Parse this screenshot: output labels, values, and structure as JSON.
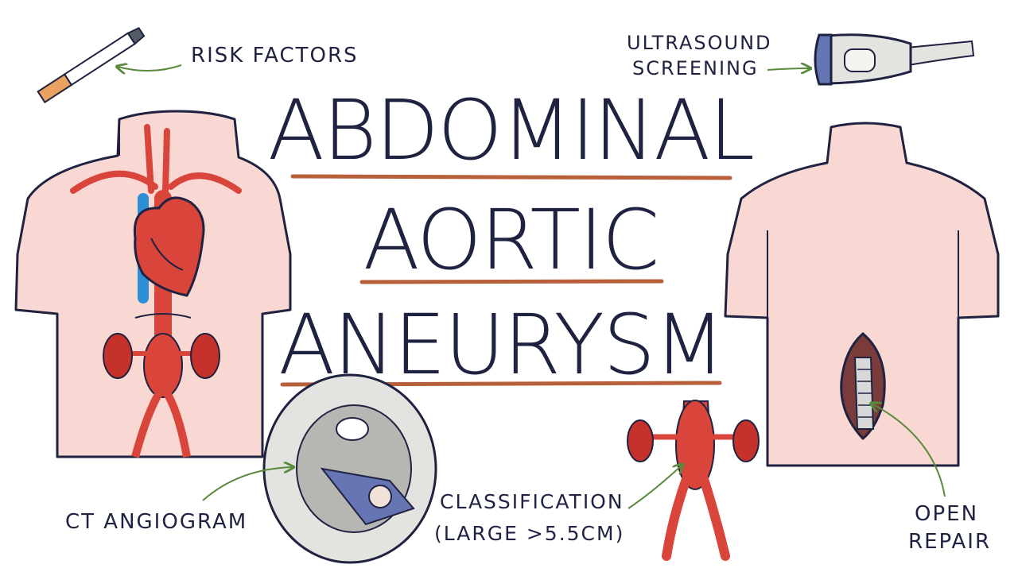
{
  "title": {
    "line1": "ABDOMINAL",
    "line2": "AORTIC",
    "line3": "ANEURYSM"
  },
  "labels": {
    "risk_factors": "RISK FACTORS",
    "ultrasound_1": "ULTRASOUND",
    "ultrasound_2": "SCREENING",
    "ct": "CT ANGIOGRAM",
    "classification_1": "CLASSIFICATION",
    "classification_2": "(LARGE >5.5CM)",
    "open_1": "OPEN",
    "open_2": "REPAIR"
  },
  "colors": {
    "skin": "#f9d7d3",
    "outline": "#1f2240",
    "artery": "#d9453a",
    "vein": "#2c8fd6",
    "underline": "#b85f3c",
    "arrow": "#5a8a3c",
    "probe": "#6676b5",
    "scanner": "#e3e3e0"
  },
  "icons": [
    "cigarette-icon",
    "ultrasound-probe-icon",
    "ct-scanner-icon"
  ]
}
